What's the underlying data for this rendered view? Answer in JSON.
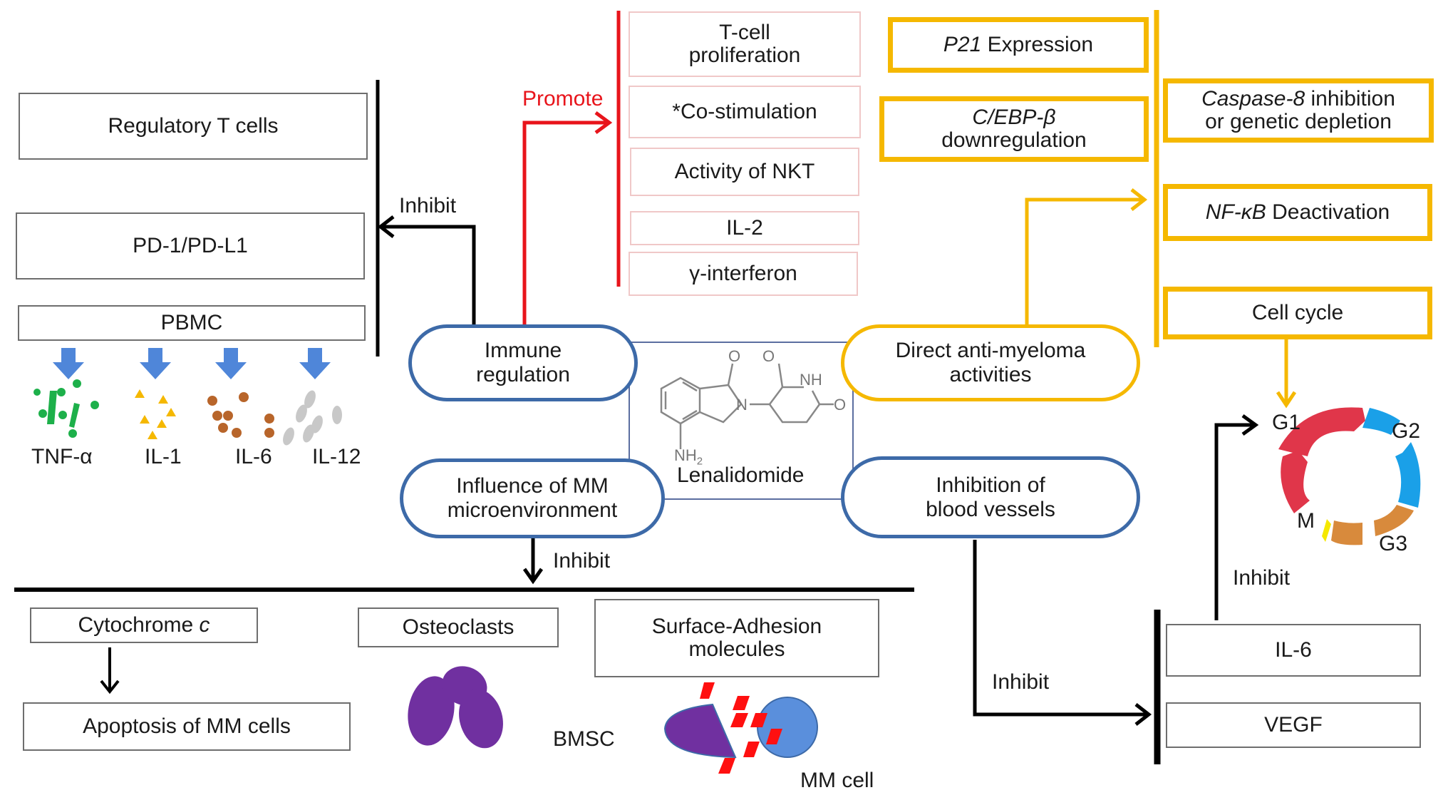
{
  "center": {
    "drug_name": "Lenalidomide",
    "structure_labels": {
      "o1": "O",
      "o2": "O",
      "o3": "O",
      "nh": "NH",
      "n": "N",
      "nh2": "NH",
      "nh2_sub": "2"
    }
  },
  "mechanisms": {
    "immune": "Immune regulation",
    "immune_l1": "Immune",
    "immune_l2": "regulation",
    "micro_l1": "Influence of MM",
    "micro_l2": "microenvironment",
    "direct_l1": "Direct anti-myeloma",
    "direct_l2": "activities",
    "vessels_l1": "Inhibition of",
    "vessels_l2": "blood vessels"
  },
  "edge_labels": {
    "inhibit_immune": "Inhibit",
    "promote_immune": "Promote",
    "inhibit_micro": "Inhibit",
    "inhibit_vessels": "Inhibit",
    "inhibit_il6": "Inhibit"
  },
  "inhibited_immune": {
    "regulatory_t": "Regulatory T cells",
    "pd1": "PD-1/PD-L1",
    "pbmc": "PBMC",
    "cytokines": [
      "TNF-α",
      "IL-1",
      "IL-6",
      "IL-12"
    ]
  },
  "promoted_immune": {
    "tcell_l1": "T-cell",
    "tcell_l2": "proliferation",
    "costim": "*Co-stimulation",
    "nkt": "Activity of NKT",
    "il2": "IL-2",
    "ifn": "γ-interferon"
  },
  "direct_targets": {
    "p21_italic": "P21",
    "p21_rest": " Expression",
    "cebp_italic": "C/EBP-β",
    "cebp_rest": "downregulation",
    "casp_italic": "Caspase-8",
    "casp_rest": " inhibition",
    "casp_l2": "or genetic depletion",
    "nfkb_italic": "NF-κB",
    "nfkb_rest": " Deactivation",
    "cellcycle": "Cell cycle"
  },
  "cell_cycle": {
    "phases": [
      "G1",
      "G2",
      "G3",
      "M"
    ],
    "colors": {
      "g1": "#e0364a",
      "g2": "#1aa0e8",
      "g3": "#d88a3c",
      "m": "#e0364a"
    }
  },
  "microenvironment": {
    "cytochrome": "Cytochrome ",
    "cytochrome_italic": "c",
    "apoptosis": "Apoptosis of MM cells",
    "osteoclasts": "Osteoclasts",
    "adhesion_l1": "Surface-Adhesion",
    "adhesion_l2": "molecules",
    "bmsc": "BMSC",
    "mm_cell": "MM cell"
  },
  "angiogenesis": {
    "il6": "IL-6",
    "vegf": "VEGF"
  },
  "colors": {
    "immune_blue": "#3d6aa8",
    "direct_yellow": "#f5b800",
    "promote_red": "#e8141b",
    "arrow_blue": "#4f86d9",
    "tnf_green": "#1db04a",
    "il1_yellow": "#f5b800",
    "il6_brown": "#b8652a",
    "il12_gray": "#c8c8c8",
    "osteoclast_purple": "#7030a0",
    "mm_cell_blue": "#5a8fdc"
  }
}
